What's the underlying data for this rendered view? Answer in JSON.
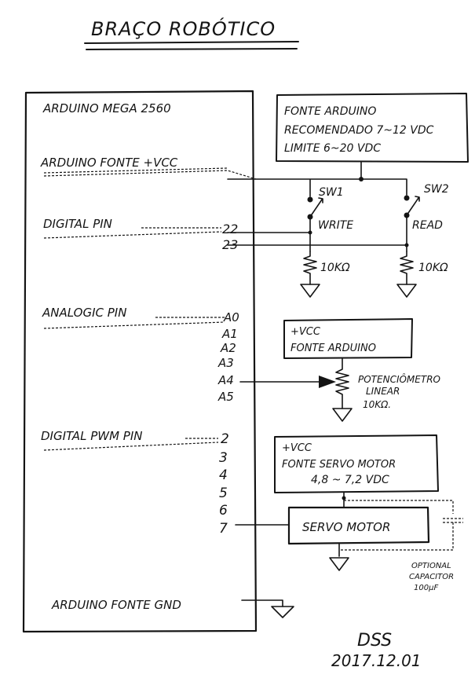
{
  "title": "BRAÇO ROBÓTICO",
  "arduino": {
    "name": "ARDUINO MEGA 2560",
    "fonte_vcc": "ARDUINO FONTE +VCC",
    "digital_pin": "DIGITAL PIN",
    "analogic_pin": "ANALOGIC PIN",
    "digital_pwm_pin": "DIGITAL PWM PIN",
    "fonte_gnd": "ARDUINO FONTE GND",
    "pins_digital": [
      "22",
      "23"
    ],
    "pins_analog": [
      "A0",
      "A1",
      "A2",
      "A3",
      "A4",
      "A5"
    ],
    "pins_pwm": [
      "2",
      "3",
      "4",
      "5",
      "6",
      "7"
    ]
  },
  "power_box": {
    "line1": "FONTE ARDUINO",
    "line2": "RECOMENDADO 7~12 VDC",
    "line3": "LIMITE 6~20 VDC"
  },
  "switches": [
    {
      "name": "SW1",
      "label": "WRITE",
      "resistor": "10KΩ"
    },
    {
      "name": "SW2",
      "label": "READ",
      "resistor": "10KΩ"
    }
  ],
  "pot_supply": {
    "line1": "+VCC",
    "line2": "FONTE ARDUINO"
  },
  "potentiometer": {
    "line1": "POTENCIÔMETRO",
    "line2": "LINEAR",
    "line3": "10KΩ."
  },
  "servo_supply": {
    "line1": "+VCC",
    "line2": "FONTE SERVO MOTOR",
    "line3": "4,8 ~ 7,2 VDC"
  },
  "servo": {
    "label": "SERVO MOTOR"
  },
  "capacitor": {
    "line1": "OPTIONAL",
    "line2": "CAPACITOR",
    "line3": "100µF"
  },
  "signature": {
    "name": "DSS",
    "code": "2017.12.01"
  }
}
